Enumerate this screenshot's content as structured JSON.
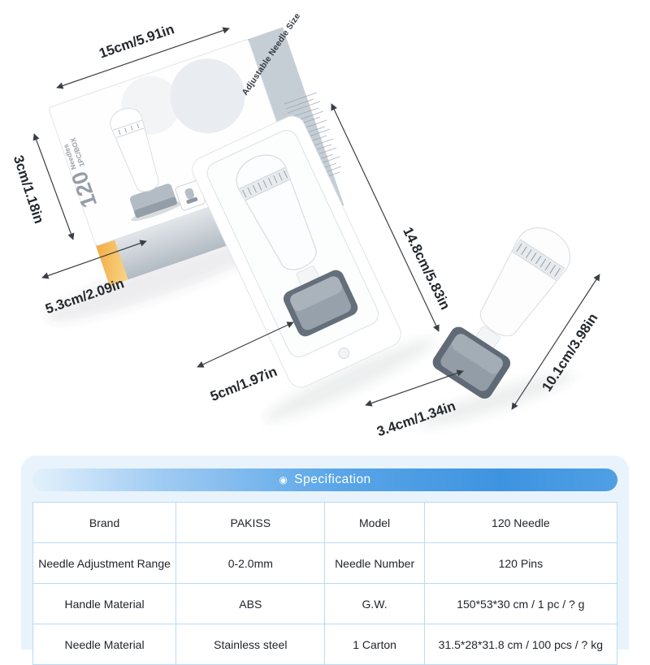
{
  "product_area": {
    "box": {
      "side_title": "Adjustable Needle Size",
      "needle_count": "120",
      "needle_count_label": "Needles",
      "pack_size_label": "1PC/BOX",
      "dim_length": "15cm/5.91in",
      "dim_height": "3cm/1.18in",
      "dim_width": "5.3cm/2.09in"
    },
    "blister": {
      "dim_length": "14.8cm/5.83in",
      "dim_width": "5cm/1.97in"
    },
    "tool": {
      "dim_length": "10.1cm/3.98in",
      "dim_head_width": "3.4cm/1.34in"
    }
  },
  "specification": {
    "icon_glyph": "◉",
    "title": "Specification",
    "rows": [
      {
        "label1": "Brand",
        "value1": "PAKISS",
        "label2": "Model",
        "value2": "120 Needle"
      },
      {
        "label1": "Needle Adjustment Range",
        "value1": "0-2.0mm",
        "label2": "Needle Number",
        "value2": "120 Pins"
      },
      {
        "label1": "Handle Material",
        "value1": "ABS",
        "label2": "G.W.",
        "value2": "150*53*30 cm / 1 pc / ? g"
      },
      {
        "label1": "Needle Material",
        "value1": "Stainless steel",
        "label2": "1 Carton",
        "value2": "31.5*28*31.8 cm / 100 pcs / ? kg"
      }
    ]
  },
  "colors": {
    "header_blue": "#4397e2",
    "panel_blue": "#e9f3fc",
    "table_border_blue": "#badbf3",
    "box_grey": "#c6ced5",
    "accent_orange": "#f4b04e"
  }
}
